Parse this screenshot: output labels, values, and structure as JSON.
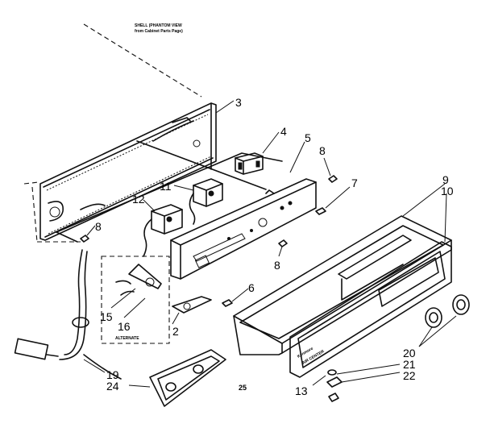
{
  "diagram": {
    "note": {
      "line1": "SHELL (PHANTOM VIEW",
      "line2": "from Cabinet Parts Page)"
    },
    "alternate_label": "ALTERNATE",
    "nameplate_text": {
      "line1": "Kenmore",
      "line2": "AIR CENTER"
    },
    "part_numbers": [
      "3",
      "4",
      "5",
      "8",
      "7",
      "9",
      "10",
      "11",
      "12",
      "8",
      "8",
      "6",
      "15",
      "16",
      "2",
      "20",
      "21",
      "22",
      "19",
      "24",
      "13",
      "25"
    ]
  }
}
